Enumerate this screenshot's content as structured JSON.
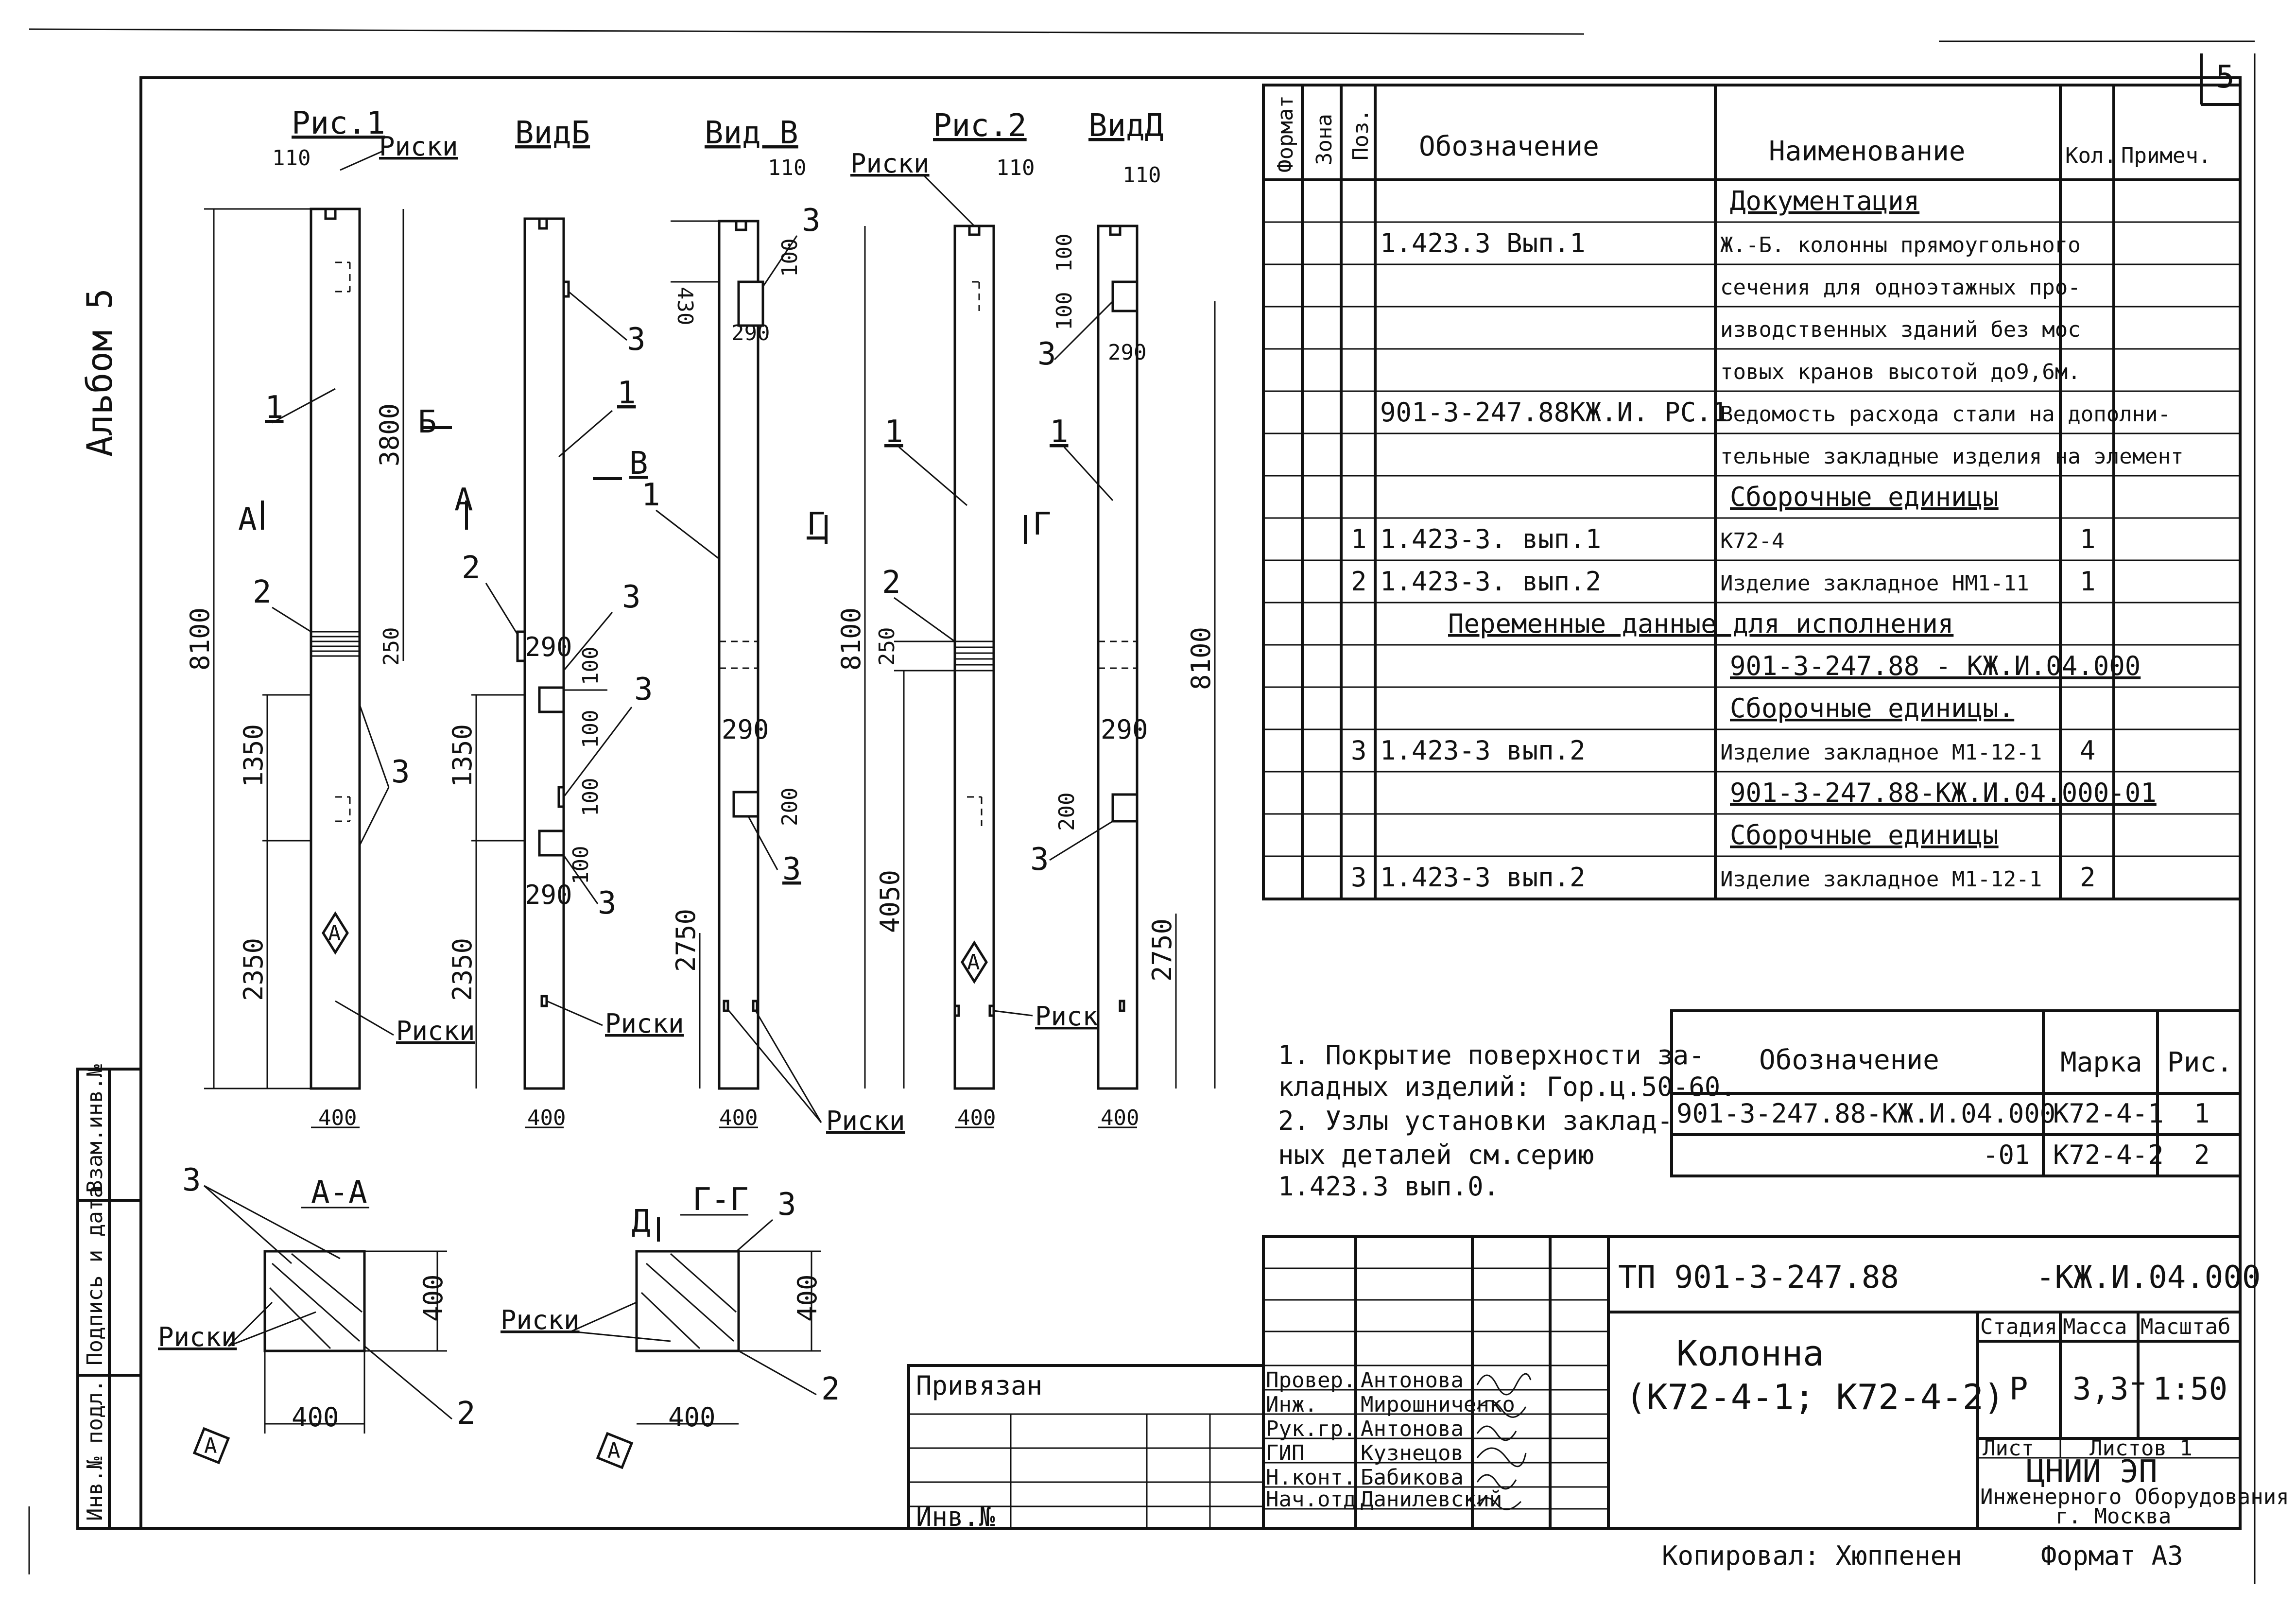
{
  "corner_number": "5",
  "album": "Альбом 5",
  "views": {
    "fig1": "Рис.1",
    "vidB": "ВидБ",
    "vidV": "Вид В",
    "fig2": "Рис.2",
    "vidD": "ВидД",
    "secAA": "А-А",
    "secGG": "Г-Г"
  },
  "markers": {
    "A": "А",
    "B": "Б",
    "V": "В",
    "G": "Г",
    "D": "Д",
    "A_diamond": "А"
  },
  "labels": {
    "riski": "Риски",
    "pos1": "1",
    "pos2": "2",
    "pos3": "3"
  },
  "dims": {
    "d110": "110",
    "d3800": "3800",
    "d8100": "8100",
    "d250": "250",
    "d1350": "1350",
    "d2350": "2350",
    "d400": "400",
    "d290": "290",
    "d100": "100",
    "d430": "430",
    "d200": "200",
    "d2750": "2750",
    "d4050": "4050",
    "d100_40": "100",
    "d100_45": "100"
  },
  "spec": {
    "headers": {
      "format": "Формат",
      "zone": "Зона",
      "pos": "Поз.",
      "designation": "Обозначение",
      "name": "Наименование",
      "qty": "Кол.",
      "note": "Примеч."
    },
    "rows": [
      {
        "pos": "",
        "designation": "",
        "name": "Документация",
        "qty": "",
        "section": true
      },
      {
        "pos": "",
        "designation": "1.423.3   Вып.1",
        "name": "Ж.-Б. колонны прямоугольного",
        "qty": ""
      },
      {
        "pos": "",
        "designation": "",
        "name": "сечения для одноэтажных про-",
        "qty": ""
      },
      {
        "pos": "",
        "designation": "",
        "name": "изводственных зданий без мос",
        "qty": ""
      },
      {
        "pos": "",
        "designation": "",
        "name": "товых кранов высотой до9,6м.",
        "qty": ""
      },
      {
        "pos": "",
        "designation": "901-3-247.88КЖ.И.  РС.1",
        "name": "Ведомость расхода стали на дополни-",
        "qty": ""
      },
      {
        "pos": "",
        "designation": "",
        "name": "тельные закладные изделия на элемент",
        "qty": ""
      },
      {
        "pos": "",
        "designation": "",
        "name": "Сборочные единицы",
        "qty": "",
        "section": true
      },
      {
        "pos": "1",
        "designation": "1.423-3.  вып.1",
        "name": "К72-4",
        "qty": "1"
      },
      {
        "pos": "2",
        "designation": "1.423-3.  вып.2",
        "name": "Изделие закладное НМ1-11",
        "qty": "1"
      },
      {
        "pos": "",
        "designation": "",
        "name": "Переменные данные для исполнения",
        "qty": "",
        "wide": true
      },
      {
        "pos": "",
        "designation": "",
        "name": "901-3-247.88 - КЖ.И.04.000",
        "qty": "",
        "section": true
      },
      {
        "pos": "",
        "designation": "",
        "name": "Сборочные единицы.",
        "qty": "",
        "section": true
      },
      {
        "pos": "3",
        "designation": "1.423-3    вып.2",
        "name": "Изделие закладное М1-12-1",
        "qty": "4"
      },
      {
        "pos": "",
        "designation": "",
        "name": "901-3-247.88-КЖ.И.04.000-01",
        "qty": "",
        "section": true
      },
      {
        "pos": "",
        "designation": "",
        "name": "Сборочные единицы",
        "qty": "",
        "section": true
      },
      {
        "pos": "3",
        "designation": "1.423-3    вып.2",
        "name": "Изделие закладное М1-12-1",
        "qty": "2"
      }
    ]
  },
  "notes": [
    "1. Покрытие поверхности за-",
    "   кладных изделий: Гор.ц.50-60.",
    "2. Узлы установки заклад-",
    "   ных деталей см.серию",
    "   1.423.3  вып.0."
  ],
  "marks_table": {
    "headers": {
      "designation": "Обозначение",
      "mark": "Марка",
      "fig": "Рис."
    },
    "rows": [
      {
        "designation": "901-3-247.88-КЖ.И.04.000",
        "mark": "К72-4-1",
        "fig": "1"
      },
      {
        "designation": "-01",
        "mark": "К72-4-2",
        "fig": "2"
      }
    ]
  },
  "side_stamp": [
    "Инв.№ подл.",
    "Подпись и дата",
    "Взам.инв.№"
  ],
  "title_block": {
    "doc_code": "ТП 901-3-247.88",
    "doc_suffix": "-КЖ.И.04.000",
    "title_line1": "Колонна",
    "title_line2": "(К72-4-1; К72-4-2)",
    "stage_label": "Стадия",
    "mass_label": "Масса",
    "scale_label": "Масштаб",
    "stage": "Р",
    "mass": "3,3т",
    "scale": "1:50",
    "sheet_label": "Лист",
    "sheets_label": "Листов 1",
    "org1": "ЦНИИ ЭП",
    "org2": "Инженерного Оборудования",
    "org3": "г. Москва",
    "privyazan": "Привязан",
    "inv_no": "Инв.№",
    "people": [
      {
        "role": "Провер.",
        "name": "Антонова"
      },
      {
        "role": "Инж.",
        "name": "Мирошниченко"
      },
      {
        "role": "Рук.гр.",
        "name": "Антонова"
      },
      {
        "role": "ГИП",
        "name": "Кузнецов"
      },
      {
        "role": "Н.конт.",
        "name": "Бабикова"
      },
      {
        "role": "Нач.отд.",
        "name": "Данилевский"
      }
    ]
  },
  "footer": {
    "copied": "Копировал: Хюппенен",
    "format": "Формат А3"
  }
}
